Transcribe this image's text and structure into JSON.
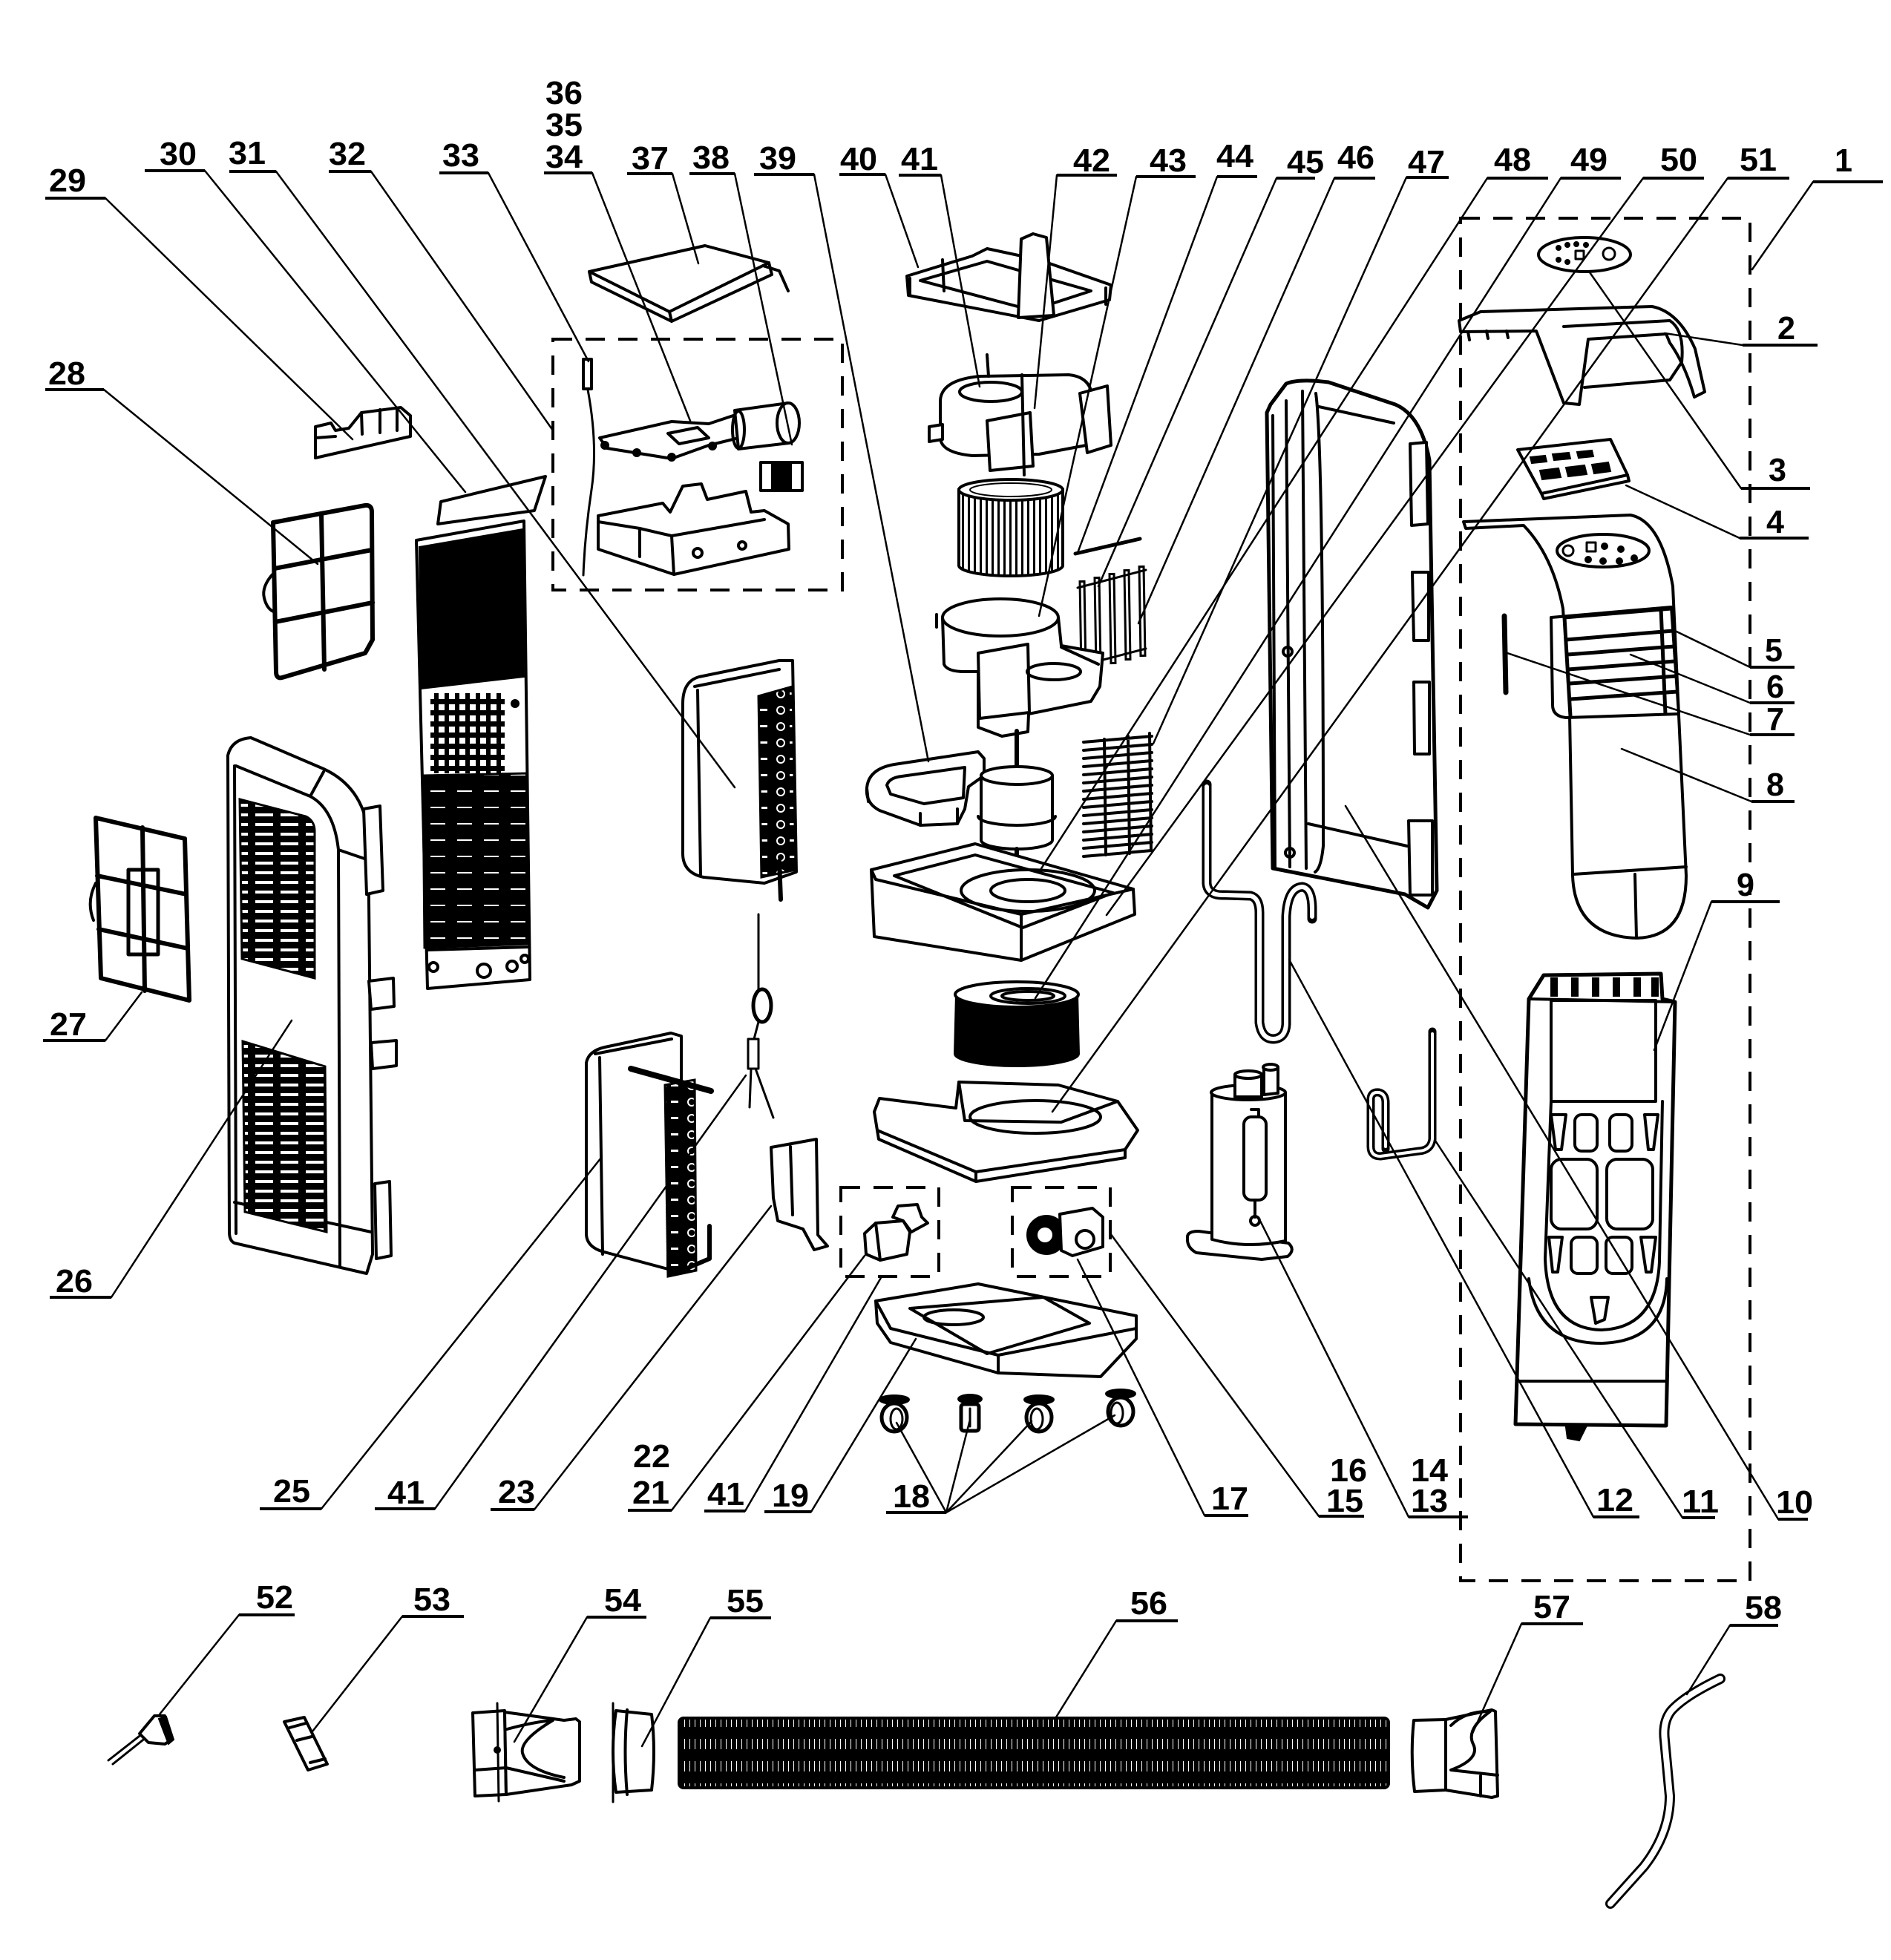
{
  "page": {
    "background_color": "#ffffff",
    "ink_color": "#000000"
  },
  "diagram": {
    "callouts": {
      "top_row": [
        {
          "labels": [
            "29"
          ]
        },
        {
          "labels": [
            "30"
          ]
        },
        {
          "labels": [
            "31"
          ]
        },
        {
          "labels": [
            "32"
          ]
        },
        {
          "labels": [
            "33"
          ]
        },
        {
          "labels": [
            "36",
            "35",
            "34"
          ]
        },
        {
          "labels": [
            "37"
          ]
        },
        {
          "labels": [
            "38"
          ]
        },
        {
          "labels": [
            "39"
          ]
        },
        {
          "labels": [
            "40"
          ]
        },
        {
          "labels": [
            "41"
          ]
        },
        {
          "labels": [
            "42"
          ]
        },
        {
          "labels": [
            "43"
          ]
        },
        {
          "labels": [
            "44"
          ]
        },
        {
          "labels": [
            "45"
          ]
        },
        {
          "labels": [
            "46"
          ]
        },
        {
          "labels": [
            "47"
          ]
        },
        {
          "labels": [
            "48"
          ]
        },
        {
          "labels": [
            "49"
          ]
        },
        {
          "labels": [
            "50"
          ]
        },
        {
          "labels": [
            "51"
          ]
        },
        {
          "labels": [
            "1"
          ]
        }
      ],
      "right_column": [
        {
          "labels": [
            "2"
          ]
        },
        {
          "labels": [
            "3"
          ]
        },
        {
          "labels": [
            "4"
          ]
        },
        {
          "labels": [
            "5"
          ]
        },
        {
          "labels": [
            "6"
          ]
        },
        {
          "labels": [
            "7"
          ]
        },
        {
          "labels": [
            "8"
          ]
        },
        {
          "labels": [
            "9"
          ]
        }
      ],
      "left_column": [
        {
          "labels": [
            "28"
          ]
        },
        {
          "labels": [
            "27"
          ]
        },
        {
          "labels": [
            "26"
          ]
        }
      ],
      "bottom_row": [
        {
          "labels": [
            "25"
          ]
        },
        {
          "labels": [
            "41"
          ]
        },
        {
          "labels": [
            "23"
          ]
        },
        {
          "labels": [
            "22",
            "21"
          ]
        },
        {
          "labels": [
            "41"
          ]
        },
        {
          "labels": [
            "19"
          ]
        },
        {
          "labels": [
            "18"
          ]
        },
        {
          "labels": [
            "17"
          ]
        },
        {
          "labels": [
            "16",
            "15"
          ]
        },
        {
          "labels": [
            "14",
            "13"
          ]
        },
        {
          "labels": [
            "12"
          ]
        },
        {
          "labels": [
            "11"
          ]
        },
        {
          "labels": [
            "10"
          ]
        }
      ],
      "accessories_row": [
        {
          "labels": [
            "52"
          ]
        },
        {
          "labels": [
            "53"
          ]
        },
        {
          "labels": [
            "54"
          ]
        },
        {
          "labels": [
            "55"
          ]
        },
        {
          "labels": [
            "56"
          ]
        },
        {
          "labels": [
            "57"
          ]
        },
        {
          "labels": [
            "58"
          ]
        }
      ]
    }
  }
}
